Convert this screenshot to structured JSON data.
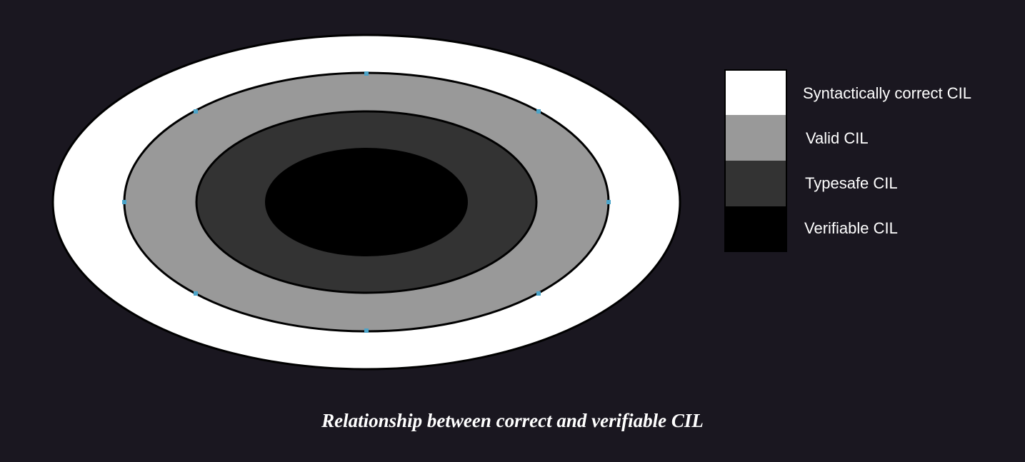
{
  "diagram": {
    "layers": [
      {
        "label": "Syntactically correct CIL",
        "color": "#ffffff"
      },
      {
        "label": "Valid CIL",
        "color": "#999999"
      },
      {
        "label": "Typesafe CIL",
        "color": "#333333"
      },
      {
        "label": "Verifiable CIL",
        "color": "#000000"
      }
    ],
    "outline_color": "#000000",
    "handle_color": "#4aa3c8"
  },
  "caption": "Relationship between correct and verifiable CIL"
}
